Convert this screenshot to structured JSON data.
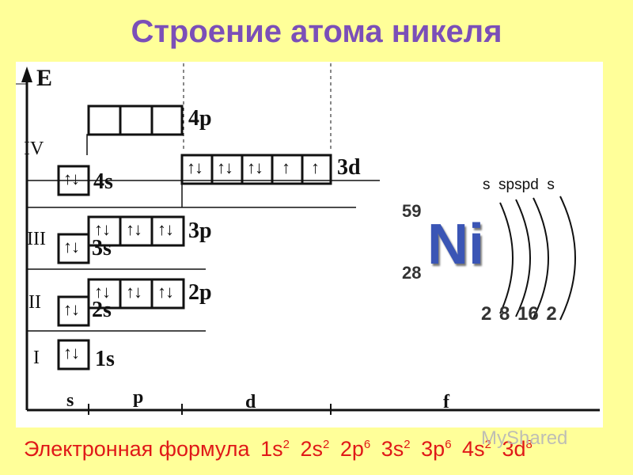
{
  "title": "Строение атома никеля",
  "diagram": {
    "axis_label": "E",
    "periods": [
      "I",
      "II",
      "III",
      "IV"
    ],
    "sublevels": [
      "1s",
      "2s",
      "2p",
      "3s",
      "3p",
      "4s",
      "3d",
      "4p"
    ],
    "orbital_arrows": {
      "1s": "↑↓",
      "2s": "↑↓",
      "2p": [
        "↑↓",
        "↑↓",
        "↑↓"
      ],
      "3s": "↑↓",
      "3p": [
        "↑↓",
        "↑↓",
        "↑↓"
      ],
      "4s": "↑↓",
      "3d": [
        "↑↓",
        "↑↓",
        "↑↓",
        "↑",
        "↑"
      ],
      "4p": [
        "",
        "",
        ""
      ]
    },
    "columns": [
      "s",
      "p",
      "d",
      "f"
    ]
  },
  "element": {
    "symbol": "Ni",
    "mass_number": "59",
    "atomic_number": "28",
    "shell_sublevels": "s  spspd  s",
    "shell_electrons": "2 8 16 2"
  },
  "formula": {
    "label": "Электронная формула",
    "terms": [
      {
        "base": "1s",
        "exp": "2"
      },
      {
        "base": "2s",
        "exp": "2"
      },
      {
        "base": "2p",
        "exp": "6"
      },
      {
        "base": "3s",
        "exp": "2"
      },
      {
        "base": "3p",
        "exp": "6"
      },
      {
        "base": "4s",
        "exp": "2"
      },
      {
        "base": "3d",
        "exp": "8"
      }
    ]
  },
  "watermark": "MyShared"
}
